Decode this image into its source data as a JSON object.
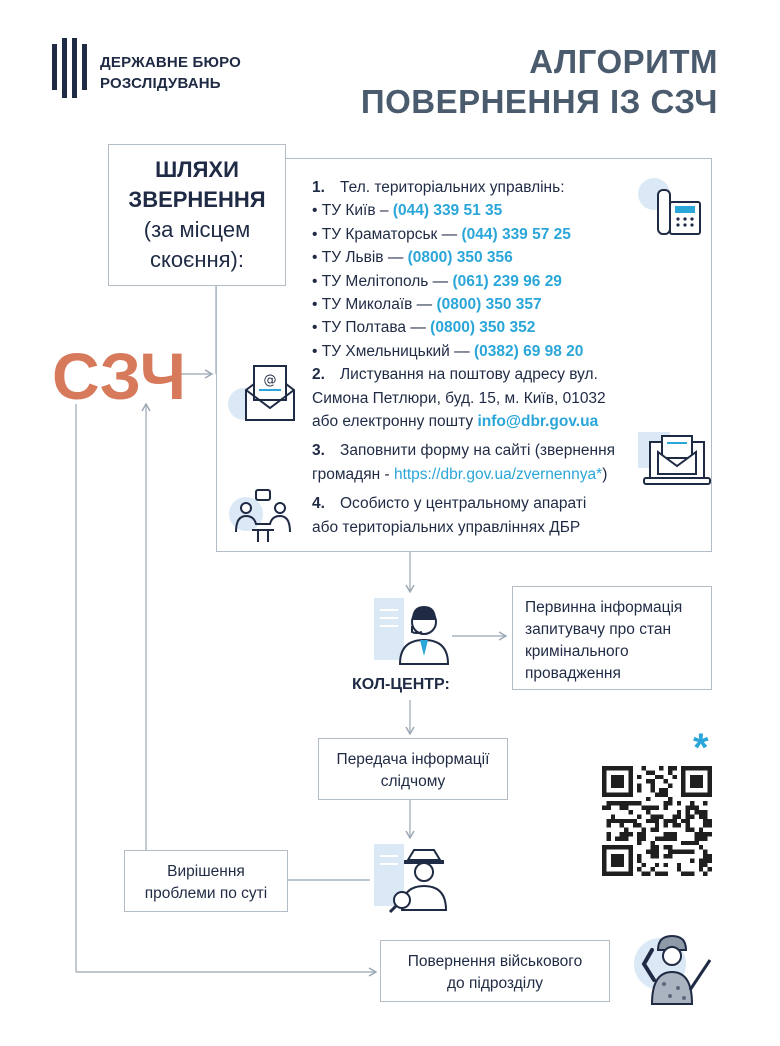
{
  "header": {
    "org_line1": "ДЕРЖАВНЕ БЮРО",
    "org_line2": "РОЗСЛІДУВАНЬ",
    "title_line1": "АЛГОРИТМ",
    "title_line2": "ПОВЕРНЕННЯ ІЗ СЗЧ"
  },
  "ways": {
    "title_line1": "ШЛЯХИ",
    "title_line2": "ЗВЕРНЕННЯ",
    "sub_line1": "(за місцем",
    "sub_line2": "скоєння):"
  },
  "szch": "СЗЧ",
  "methods": {
    "m1_num": "1.",
    "m1_title": "Тел. територіальних управлінь:",
    "offices": [
      {
        "name": "• ТУ Київ – ",
        "phone": "(044) 339 51 35"
      },
      {
        "name": "• ТУ Краматорськ — ",
        "phone": "(044) 339 57 25"
      },
      {
        "name": "• ТУ Львів — ",
        "phone": "(0800) 350 356"
      },
      {
        "name": "• ТУ Мелітополь — ",
        "phone": "(061) 239 96 29"
      },
      {
        "name": "• ТУ Миколаїв — ",
        "phone": "(0800) 350 357"
      },
      {
        "name": "• ТУ Полтава — ",
        "phone": "(0800) 350 352"
      },
      {
        "name": "• ТУ Хмельницький — ",
        "phone": "(0382) 69 98 20"
      }
    ],
    "m2_num": "2.",
    "m2_line1": "Листування на поштову адресу вул.",
    "m2_line2": "Симона Петлюри, буд. 15, м. Київ, 01032",
    "m2_line3_pre": "або електронну пошту ",
    "m2_email": "info@dbr.gov.ua",
    "m3_num": "3.",
    "m3_line1": "Заповнити форму на сайті (звернення",
    "m3_line2_pre": "громадян - ",
    "m3_url": "https://dbr.gov.ua/zvernennya*",
    "m3_line2_post": ")",
    "m4_num": "4.",
    "m4_line1": "Особисто у центральному апараті",
    "m4_line2": "або територіальних управліннях ДБР"
  },
  "callcenter": {
    "label": "КОЛ-ЦЕНТР:",
    "info_line1": "Первинна інформація",
    "info_line2": "запитувачу про стан",
    "info_line3": "кримінального",
    "info_line4": "провадження"
  },
  "transfer": {
    "line1": "Передача інформації",
    "line2": "слідчому"
  },
  "solve": {
    "line1": "Вирішення",
    "line2": "проблеми по суті"
  },
  "return": {
    "line1": "Повернення військового",
    "line2": "до підрозділу"
  },
  "footnote_mark": "*",
  "colors": {
    "navy": "#1f2a44",
    "accent_blue": "#2aa6d8",
    "szch_orange": "#d77a5c",
    "line_gray": "#a9b3be",
    "icon_light": "#dbe9f6"
  }
}
